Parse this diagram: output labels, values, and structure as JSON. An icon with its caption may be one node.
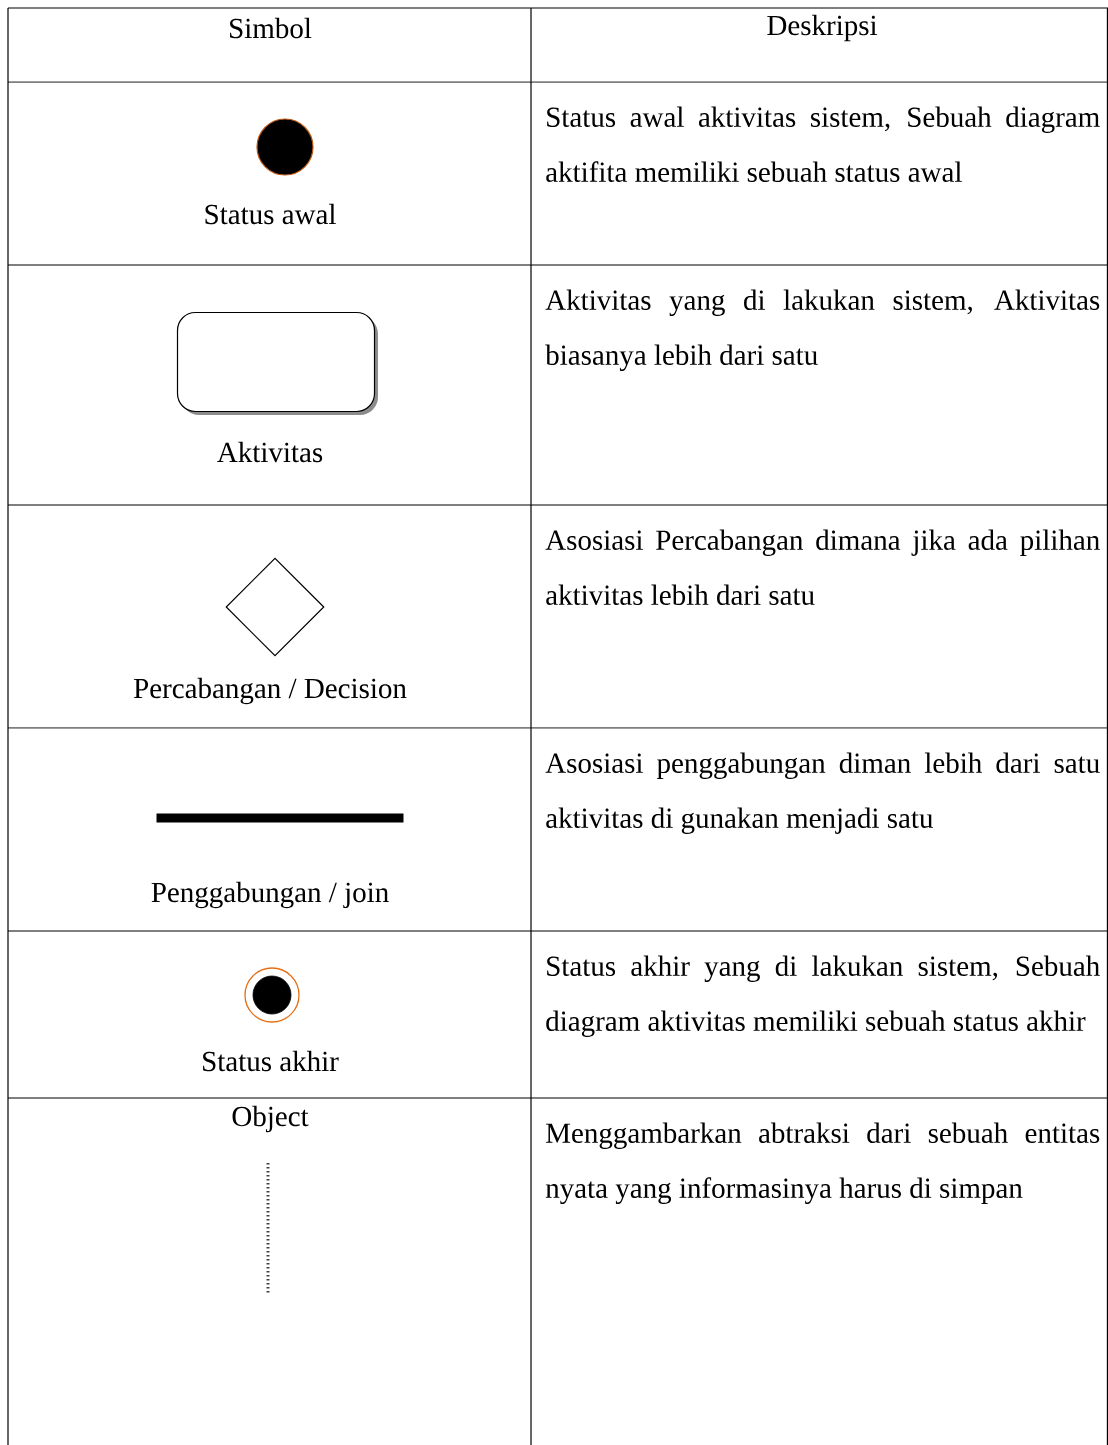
{
  "diagram": {
    "nodes": [
      {
        "text": [],
        "shape": "circle"
      },
      {
        "text": [],
        "shape": "box"
      },
      {
        "text": [],
        "shape": "diamond"
      },
      {
        "text": [],
        "shape": "bar"
      },
      {
        "text": [],
        "shape": "bullseye"
      },
      {
        "text": [],
        "shape": "line"
      }
    ],
    "labels": [
      "Simbol",
      "Deskripsi",
      "Status awal",
      "Status awal aktivitas sistem, Sebuah diagram aktifita memiliki sebuah status awal",
      "Aktivitas",
      "Aktivitas yang di lakukan sistem, Aktivitas biasanya lebih dari satu",
      "Percabangan / Decision",
      "Asosiasi Percabangan dimana jika ada pilihan aktivitas lebih dari satu",
      "Penggabungan / join",
      "Asosiasi penggabungan diman lebih dari satu aktivitas di gunakan menjadi satu",
      "Status akhir",
      "Status akhir yang di lakukan sistem, Sebuah diagram aktivitas memiliki sebuah status akhir",
      "Object",
      "Menggambarkan abtraksi dari sebuah entitas nyata yang informasinya harus di simpan"
    ]
  }
}
